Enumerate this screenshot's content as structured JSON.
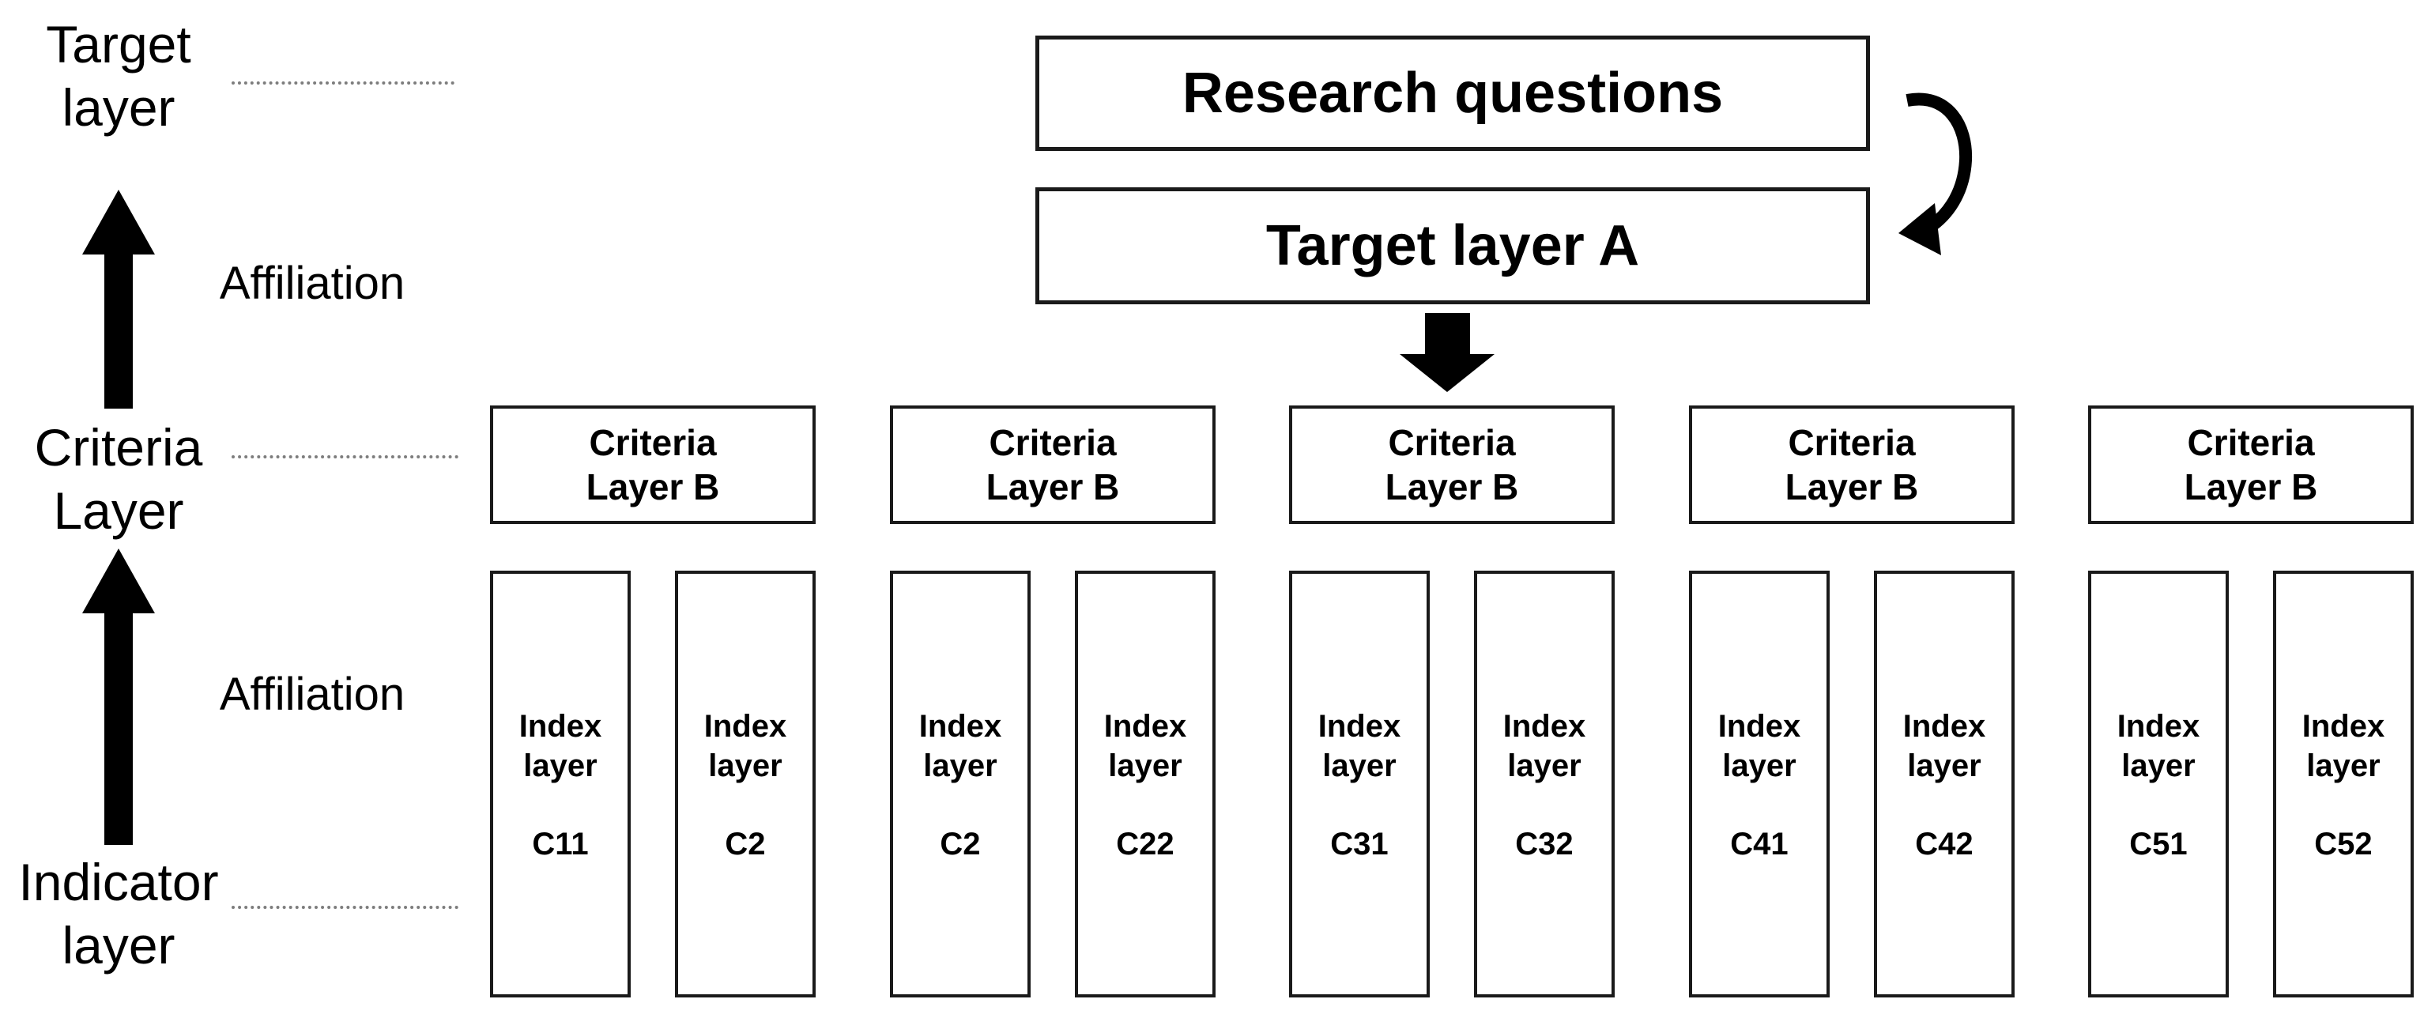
{
  "diagram": {
    "left_labels": {
      "target_layer": "Target\nlayer",
      "affiliation_top": "Affiliation",
      "criteria_layer": "Criteria\nLayer",
      "affiliation_bottom": "Affiliation",
      "indicator_layer": "Indicator\nlayer"
    },
    "top_flow": {
      "research_questions": "Research questions",
      "target_layer_a": "Target layer A"
    },
    "criteria_boxes": [
      {
        "label": "Criteria\nLayer B"
      },
      {
        "label": "Criteria\nLayer B"
      },
      {
        "label": "Criteria\nLayer B"
      },
      {
        "label": "Criteria\nLayer B"
      },
      {
        "label": "Criteria\nLayer B"
      }
    ],
    "index_boxes": [
      {
        "title": "Index\nlayer",
        "code": "C11"
      },
      {
        "title": "Index\nlayer",
        "code": "C2"
      },
      {
        "title": "Index\nlayer",
        "code": "C2"
      },
      {
        "title": "Index\nlayer",
        "code": "C22"
      },
      {
        "title": "Index\nlayer",
        "code": "C31"
      },
      {
        "title": "Index\nlayer",
        "code": "C32"
      },
      {
        "title": "Index\nlayer",
        "code": "C41"
      },
      {
        "title": "Index\nlayer",
        "code": "C42"
      },
      {
        "title": "Index\nlayer",
        "code": "C51"
      },
      {
        "title": "Index\nlayer",
        "code": "C52"
      }
    ],
    "colors": {
      "ink": "#000000",
      "dotted_line": "#7d7d7d",
      "background": "#ffffff"
    }
  }
}
